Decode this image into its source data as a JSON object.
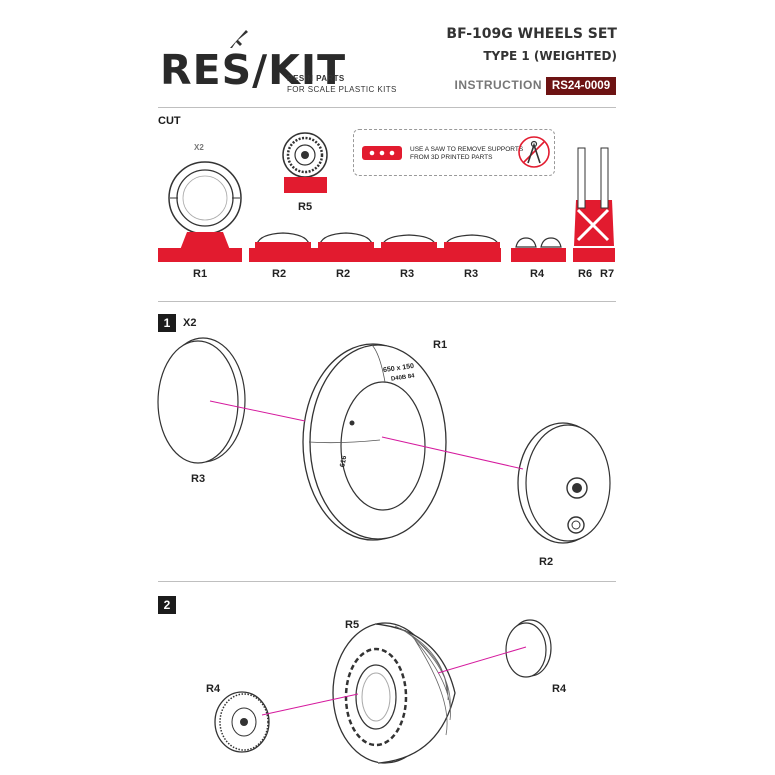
{
  "header": {
    "brand": "RES/KIT",
    "brand_tagline_1": "RESIN PARTS",
    "brand_tagline_2": "FOR SCALE PLASTIC KITS",
    "title": "BF-109G WHEELS SET",
    "subtitle": "TYPE 1 (WEIGHTED)",
    "instruction_label": "INSTRUCTION",
    "product_code": "RS24-0009"
  },
  "cut_section": {
    "label": "CUT",
    "qty_r1": "X2",
    "notice_line1": "USE A SAW TO REMOVE SUPPORTS",
    "notice_line2": "FROM 3D PRINTED PARTS",
    "parts": [
      "R1",
      "R2",
      "R2",
      "R3",
      "R3",
      "R4",
      "R6",
      "R7",
      "R5"
    ]
  },
  "step1": {
    "number": "1",
    "qty": "X2",
    "labels": {
      "r1": "R1",
      "r2": "R2",
      "r3": "R3"
    },
    "tire_marking_1": "650 x 150",
    "tire_marking_2": "D40B 84",
    "tire_side_mark": "616"
  },
  "step2": {
    "number": "2",
    "labels": {
      "r4_left": "R4",
      "r5": "R5",
      "r4_right": "R4"
    }
  },
  "colors": {
    "accent_red": "#e21b2f",
    "code_bg": "#6d1313",
    "guide_line": "#d51a9e"
  }
}
